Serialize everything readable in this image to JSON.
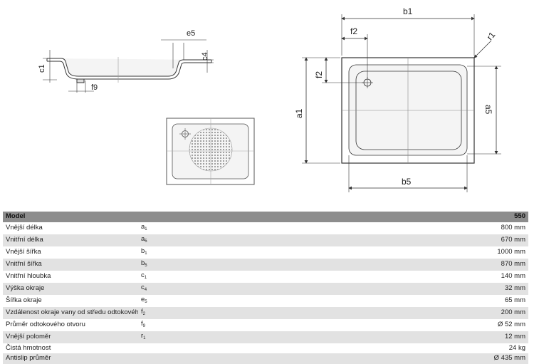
{
  "diagram": {
    "labels": {
      "e5": "e5",
      "c4": "c4",
      "c1": "c1",
      "f9": "f9",
      "b1": "b1",
      "f2_top": "f2",
      "r1": "r1",
      "f2_side": "f2",
      "a1": "a1",
      "a5": "a5",
      "b5": "b5"
    }
  },
  "table": {
    "header": {
      "name": "Model",
      "value": "550"
    },
    "rows": [
      {
        "name": "Vnější délka",
        "sym": "a",
        "sub": "1",
        "value": "800 mm"
      },
      {
        "name": "Vnitřní délka",
        "sym": "a",
        "sub": "5",
        "value": "670 mm"
      },
      {
        "name": "Vnější šířka",
        "sym": "b",
        "sub": "1",
        "value": "1000 mm"
      },
      {
        "name": "Vnitřní šířka",
        "sym": "b",
        "sub": "5",
        "value": "870 mm"
      },
      {
        "name": "Vnitřní hloubka",
        "sym": "c",
        "sub": "1",
        "value": "140 mm"
      },
      {
        "name": "Výška okraje",
        "sym": "c",
        "sub": "4",
        "value": "32 mm"
      },
      {
        "name": "Šířka okraje",
        "sym": "e",
        "sub": "5",
        "value": "65 mm"
      },
      {
        "name": "Vzdálenost okraje vany od středu odtokového otvoru",
        "sym": "f",
        "sub": "2",
        "value": "200 mm"
      },
      {
        "name": "Průměr odtokového otvoru",
        "sym": "f",
        "sub": "9",
        "value": "Ø 52 mm"
      },
      {
        "name": "Vnější poloměr",
        "sym": "r",
        "sub": "1",
        "value": "12 mm"
      },
      {
        "name": "Čistá hmotnost",
        "sym": "",
        "sub": "",
        "value": "24 kg"
      },
      {
        "name": "Antislip průměr",
        "sym": "",
        "sub": "",
        "value": "Ø 435 mm"
      }
    ]
  }
}
